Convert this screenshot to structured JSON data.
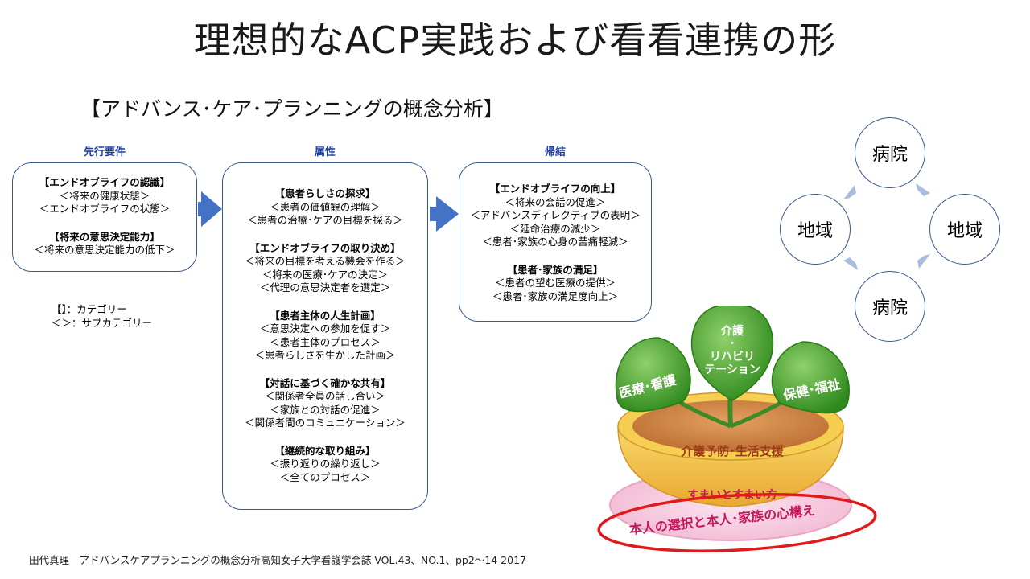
{
  "title": "理想的なACP実践および看看連携の形",
  "subtitle": "【アドバンス･ケア･プランニングの概念分析】",
  "columns": {
    "antecedents": {
      "header": "先行要件",
      "groups": [
        {
          "category": "【エンドオブライフの認識】",
          "items": [
            "＜将来の健康状態＞",
            "＜エンドオブライフの状態＞"
          ]
        },
        {
          "category": "【将来の意思決定能力】",
          "items": [
            "＜将来の意思決定能力の低下＞"
          ]
        }
      ]
    },
    "attributes": {
      "header": "属性",
      "groups": [
        {
          "category": "【患者らしさの探求】",
          "items": [
            "＜患者の価値観の理解＞",
            "＜患者の治療･ケアの目標を探る＞"
          ]
        },
        {
          "category": "【エンドオブライフの取り決め】",
          "items": [
            "＜将来の目標を考える機会を作る＞",
            "＜将来の医療･ケアの決定＞",
            "＜代理の意思決定者を選定＞"
          ]
        },
        {
          "category": "【患者主体の人生計画】",
          "items": [
            "＜意思決定への参加を促す＞",
            "＜患者主体のプロセス＞",
            "＜患者らしさを生かした計画＞"
          ]
        },
        {
          "category": "【対話に基づく確かな共有】",
          "items": [
            "＜関係者全員の話し合い＞",
            "＜家族との対話の促進＞",
            "＜関係者間のコミュニケーション＞"
          ]
        },
        {
          "category": "【継続的な取り組み】",
          "items": [
            "＜振り返りの繰り返し＞",
            "＜全てのプロセス＞"
          ]
        }
      ]
    },
    "consequences": {
      "header": "帰結",
      "groups": [
        {
          "category": "【エンドオブライフの向上】",
          "items": [
            "＜将来の会話の促進＞",
            "＜アドバンスディレクティブの表明＞",
            "＜延命治療の減少＞",
            "＜患者･家族の心身の苦痛軽減＞"
          ]
        },
        {
          "category": "【患者･家族の満足】",
          "items": [
            "＜患者の望む医療の提供＞",
            "＜患者･家族の満足度向上＞"
          ]
        }
      ]
    }
  },
  "legend": [
    "【】：カテゴリー",
    "＜＞：サブカテゴリー"
  ],
  "cycle": {
    "top": "病院",
    "right": "地域",
    "bottom": "病院",
    "left": "地域",
    "arrow_color": "#a9bde0"
  },
  "plant": {
    "leaf_left": [
      "医療･看護"
    ],
    "leaf_center": [
      "介護",
      "･",
      "リハビリ",
      "テーション"
    ],
    "leaf_right": [
      "保健･福祉"
    ],
    "soil": "介護予防･生活支援",
    "pot": "すまいとすまい方",
    "dish": "本人の選択と本人･家族の心構え",
    "highlight_color": "#e01a1a",
    "leaf_color": "#3f9a2a",
    "pot_color": "#f2c24a",
    "dish_color": "#f7cde0"
  },
  "citation": "田代真理　アドバンスケアプランニングの概念分析高知女子大学看護学会誌 VOL.43、NO.1、pp2～14 2017"
}
